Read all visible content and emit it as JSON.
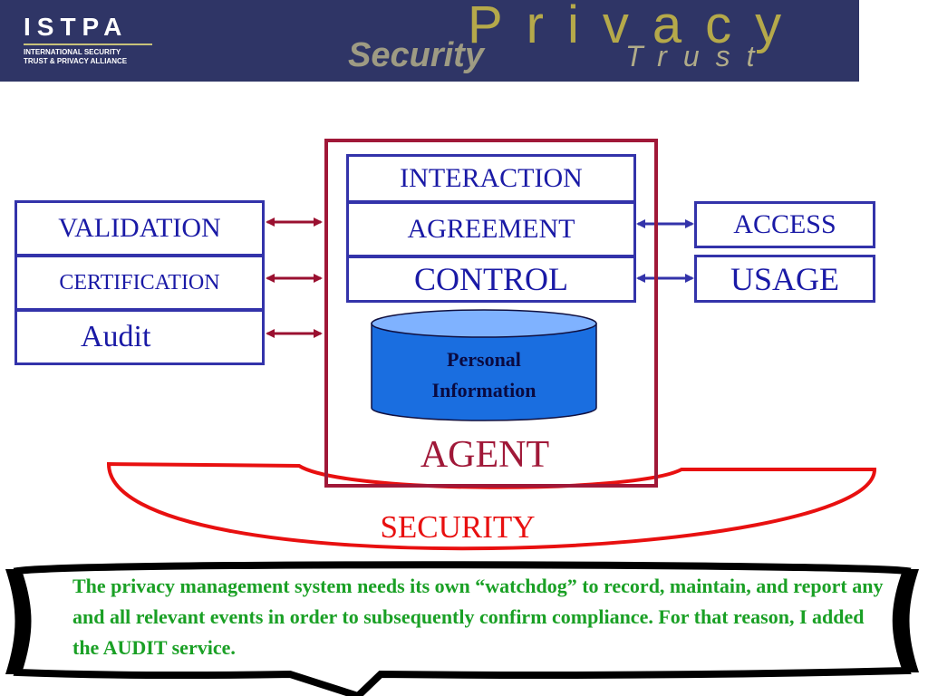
{
  "banner": {
    "org_abbrev": "ISTPA",
    "org_name_line1": "INTERNATIONAL SECURITY",
    "org_name_line2": "TRUST & PRIVACY ALLIANCE",
    "privacy": "Privacy",
    "security": "Security",
    "trust": "Trust",
    "background": "#2f3566"
  },
  "diagram": {
    "left_services": [
      "VALIDATION",
      "CERTIFICATION",
      "Audit"
    ],
    "agent_services": [
      "INTERACTION",
      "AGREEMENT",
      "CONTROL"
    ],
    "right_services": [
      "ACCESS",
      "USAGE"
    ],
    "data_store": "Personal\nInformation",
    "agent_label": "AGENT",
    "security_label": "SECURITY",
    "colors": {
      "box_border": "#3333aa",
      "box_text": "#1a1aa6",
      "agent": "#a01838",
      "security": "#e81010",
      "arrow_left": "#9a1030",
      "arrow_right": "#3333aa",
      "database_fill": "#1a6ee0"
    }
  },
  "callout": {
    "text": "The privacy management system needs its own “watchdog” to record, maintain, and report any and all relevant events in order to subsequently confirm compliance. For that reason, I added the AUDIT service.",
    "text_color": "#1aa025"
  }
}
